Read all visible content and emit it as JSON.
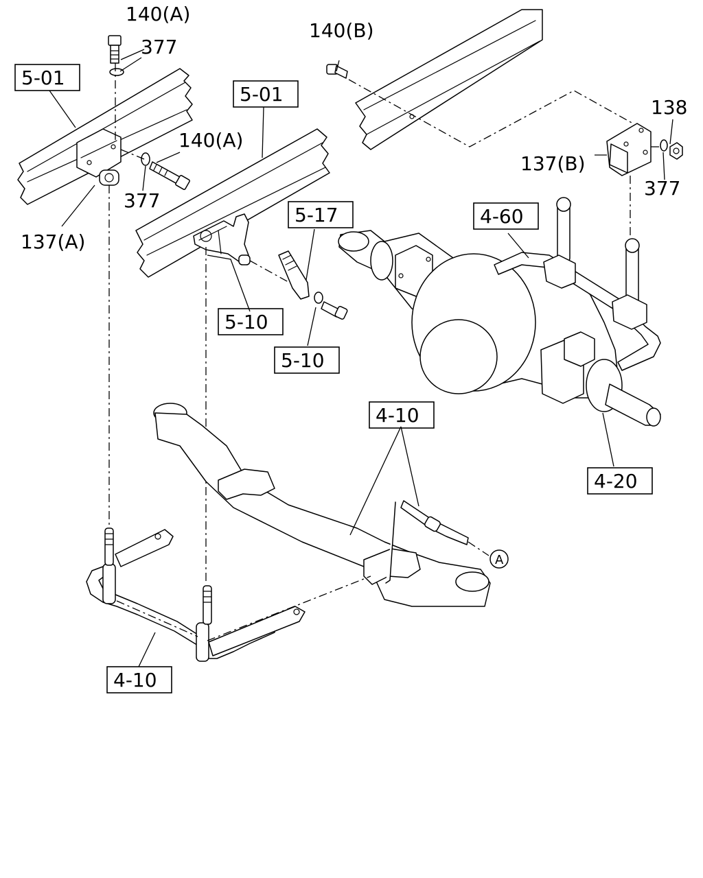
{
  "callouts": {
    "bolt_140a_top": "140(A)",
    "washer_377_top": "377",
    "frame_501_left": "5-01",
    "bolt_140a_mid": "140(A)",
    "washer_377_mid": "377",
    "bracket_137a": "137(A)",
    "frame_501_center": "5-01",
    "bolt_140b": "140(B)",
    "nut_138": "138",
    "bracket_137b": "137(B)",
    "washer_377_right": "377",
    "ref_517": "5-17",
    "ref_460": "4-60",
    "ref_510_a": "5-10",
    "ref_510_b": "5-10",
    "ref_410_top": "4-10",
    "ref_420": "4-20",
    "marker_a": "A",
    "ref_410_bottom": "4-10"
  }
}
